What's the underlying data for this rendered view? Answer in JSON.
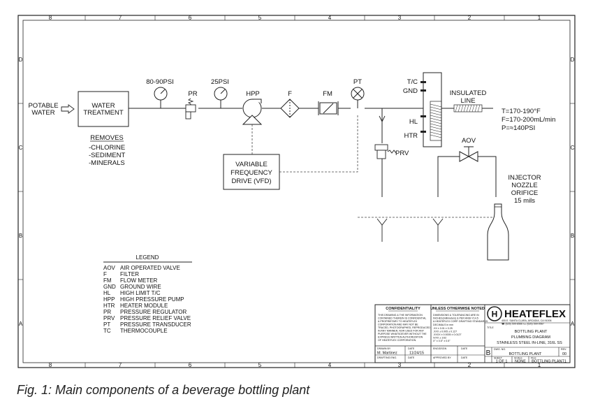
{
  "border": {
    "cols_top": [
      "8",
      "7",
      "6",
      "5",
      "4",
      "3",
      "2",
      "1"
    ],
    "cols_bottom": [
      "8",
      "7",
      "6",
      "5",
      "4",
      "3",
      "2",
      "1"
    ],
    "rows_left": [
      "D",
      "C",
      "B",
      "A"
    ],
    "rows_right": [
      "D",
      "C",
      "B",
      "A"
    ]
  },
  "labels": {
    "potable_water": [
      "POTABLE",
      "WATER"
    ],
    "water_treatment": [
      "WATER",
      "TREATMENT"
    ],
    "removes_title": "REMOVES",
    "removes_items": [
      "-CHLORINE",
      "-SEDIMENT",
      "-MINERALS"
    ],
    "gauge1": "80-90PSI",
    "gauge2": "25PSI",
    "pr": "PR",
    "hpp": "HPP",
    "f": "F",
    "fm": "FM",
    "pt": "PT",
    "vfd": [
      "VARIABLE",
      "FREQUENCY",
      "DRIVE (VFD)"
    ],
    "tc": "T/C",
    "gnd": "GND",
    "hl": "HL",
    "htr": "HTR",
    "insulated_line": [
      "INSULATED",
      "LINE"
    ],
    "specs": [
      "T=170-190°F",
      "F=170-200mL/min",
      "P=≈140PSI"
    ],
    "aov": "AOV",
    "prv": "PRV",
    "injector": [
      "INJECTOR",
      "NOZZLE",
      "ORIFICE",
      "15 mils"
    ]
  },
  "legend": {
    "title": "LEGEND",
    "items": [
      {
        "abbr": "AOV",
        "desc": "AIR OPERATED VALVE"
      },
      {
        "abbr": "F",
        "desc": "FILTER"
      },
      {
        "abbr": "FM",
        "desc": "FLOW METER"
      },
      {
        "abbr": "GND",
        "desc": "GROUND WIRE"
      },
      {
        "abbr": "HL",
        "desc": "HIGH LIMIT T/C"
      },
      {
        "abbr": "HPP",
        "desc": "HIGH PRESSURE PUMP"
      },
      {
        "abbr": "HTR",
        "desc": "HEATER MODULE"
      },
      {
        "abbr": "PR",
        "desc": "PRESSURE REGULATOR"
      },
      {
        "abbr": "PRV",
        "desc": "PRESSURE RELIEF VALVE"
      },
      {
        "abbr": "PT",
        "desc": "PRESSURE TRANSDUCER"
      },
      {
        "abbr": "TC",
        "desc": "THERMOCOUPLE"
      }
    ]
  },
  "title_block": {
    "confidentiality_head": "CONFIDENTIALITY",
    "confidentiality_text": [
      "THIS DRAWING & THE INFORMATION",
      "CONTAINED THEREIN IS CONFIDENTIAL",
      "& PROPRIETARY TO HEATEFLEX",
      "CORPORATION AND MAY NOT BE",
      "TRACED, PHOTOGRAPHED, REPRODUCED",
      "IN ANY MANNER, NOR USED FOR ANY",
      "PURPOSE WHATSOEVER WITHOUT THE",
      "EXPRESS WRITTEN AUTHORIZATION",
      "OF HEATEFLEX CORPORATION."
    ],
    "tolerance_head": "UNLESS OTHERWISE NOTED",
    "tolerance_text": [
      "DIMENSIONS & TOLERANCING ARE IN",
      "INCHES(millimeters) & PER ANSI-Y14.5",
      "& HEATEFLEX CORP. DRAFTING STANDARDS.",
      "DECIMALS   in    mm",
      ".XX        ± 0.01    ± 0.25",
      ".XXX       ± 0.005   ± 0.127",
      ".XXXX      ± 0.0005  ± 0.0127",
      "X/XX       ± 1/32",
      "X°         ± 0.5°    ± 0.5°"
    ],
    "drawn_by_label": "DRAWN BY",
    "date_label": "DATE",
    "drawn_by": "M. Martinez",
    "drawn_date": "11/24/15",
    "drafting_label": "DRAFTING ENG.",
    "eng_label": "ENG/DSGN",
    "approved_label": "APPROVED BY",
    "logo_letter": "H",
    "company": "HEATEFLEX",
    "address": [
      "405 E. SANTA CLARA, ARCADIA, CA 91006",
      "☎ (626) 599-8566  ℻ (626) 599-9567"
    ],
    "title_label": "TITLE",
    "title_lines": [
      "BOTTLING PLANT",
      "PLUMBING DIAGRAM",
      "STAINLESS STEEL IN-LINE, 316L SS"
    ],
    "dwg_no_label": "DWG. NO.",
    "dwg_no": "BOTTLING PLANT",
    "rev_label": "REV.",
    "rev": "00",
    "size": "B",
    "sheet_label": "SHEET",
    "sheet": "1 OF 1",
    "scale_label": "SCALE",
    "scale": "NONE",
    "file_label": "FILE",
    "file": "BOTTLING PLANT1"
  },
  "caption": "Fig. 1: Main components of a beverage bottling plant"
}
